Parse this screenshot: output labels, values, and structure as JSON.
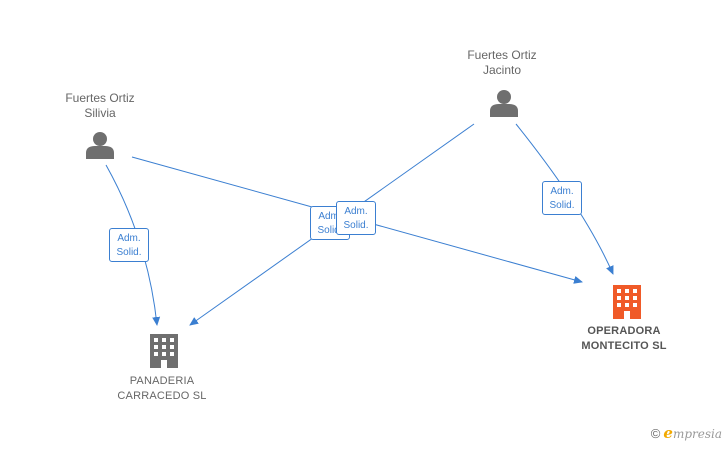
{
  "nodes": {
    "silvia": {
      "name_line1": "Fuertes Ortiz",
      "name_line2": "Silivia",
      "icon": "person-icon"
    },
    "jacinto": {
      "name_line1": "Fuertes Ortiz",
      "name_line2": "Jacinto",
      "icon": "person-icon"
    },
    "panaderia": {
      "name_line1": "PANADERIA",
      "name_line2": "CARRACEDO SL",
      "icon": "building-icon"
    },
    "operadora": {
      "name_line1": "OPERADORA",
      "name_line2": "MONTECITO SL",
      "icon": "building-icon"
    }
  },
  "edges": [
    {
      "from": "silvia",
      "to": "panaderia",
      "role_line1": "Adm.",
      "role_line2": "Solid."
    },
    {
      "from": "jacinto",
      "to": "panaderia",
      "role_line1": "Adm.",
      "role_line2": "Solid."
    },
    {
      "from": "silvia",
      "to": "operadora",
      "role_line1": "Adm.",
      "role_line2": "Solid."
    },
    {
      "from": "jacinto",
      "to": "operadora",
      "role_line1": "Adm.",
      "role_line2": "Solid."
    }
  ],
  "colors": {
    "edge": "#3b7fd1",
    "person_icon": "#6f6f6f",
    "company_icon": "#6f6f6f",
    "company_highlight_icon": "#f05a28"
  },
  "watermark": {
    "copyright": "©",
    "brand_initial": "e",
    "brand_rest": "mpresia"
  }
}
